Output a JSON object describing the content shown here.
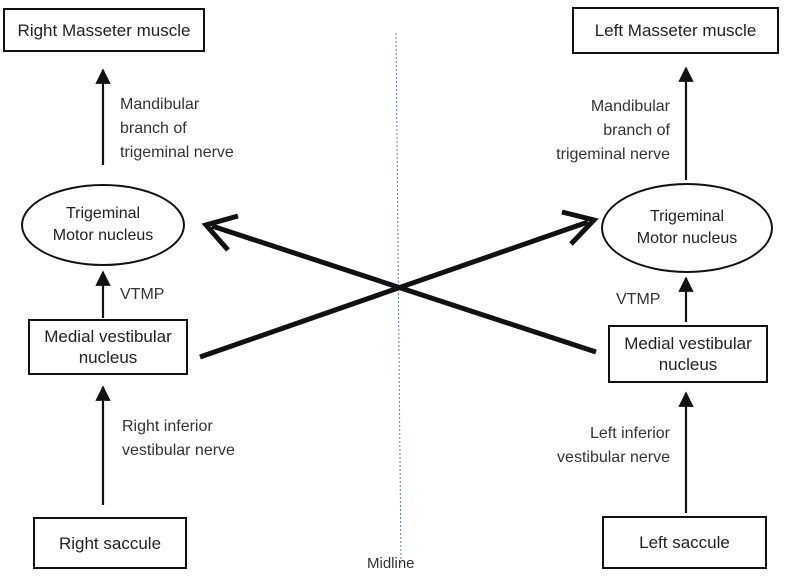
{
  "right": {
    "muscle": "Right Masseter muscle",
    "nerve_branch": [
      "Mandibular",
      "branch of",
      "trigeminal nerve"
    ],
    "motor_nucleus": [
      "Trigeminal",
      "Motor nucleus"
    ],
    "vtmp": "VTMP",
    "vestibular_nucleus": [
      "Medial vestibular",
      "nucleus"
    ],
    "inferior_nerve": [
      "Right inferior",
      "vestibular nerve"
    ],
    "saccule": "Right saccule"
  },
  "left": {
    "muscle": "Left Masseter muscle",
    "nerve_branch": [
      "Mandibular",
      "branch of",
      "trigeminal nerve"
    ],
    "motor_nucleus": [
      "Trigeminal",
      "Motor nucleus"
    ],
    "vtmp": "VTMP",
    "vestibular_nucleus": [
      "Medial vestibular",
      "nucleus"
    ],
    "inferior_nerve": [
      "Left inferior",
      "vestibular nerve"
    ],
    "saccule": "Left saccule"
  },
  "midline": "Midline",
  "colors": {
    "midline": "#5b7fbf",
    "stroke": "#111111"
  }
}
